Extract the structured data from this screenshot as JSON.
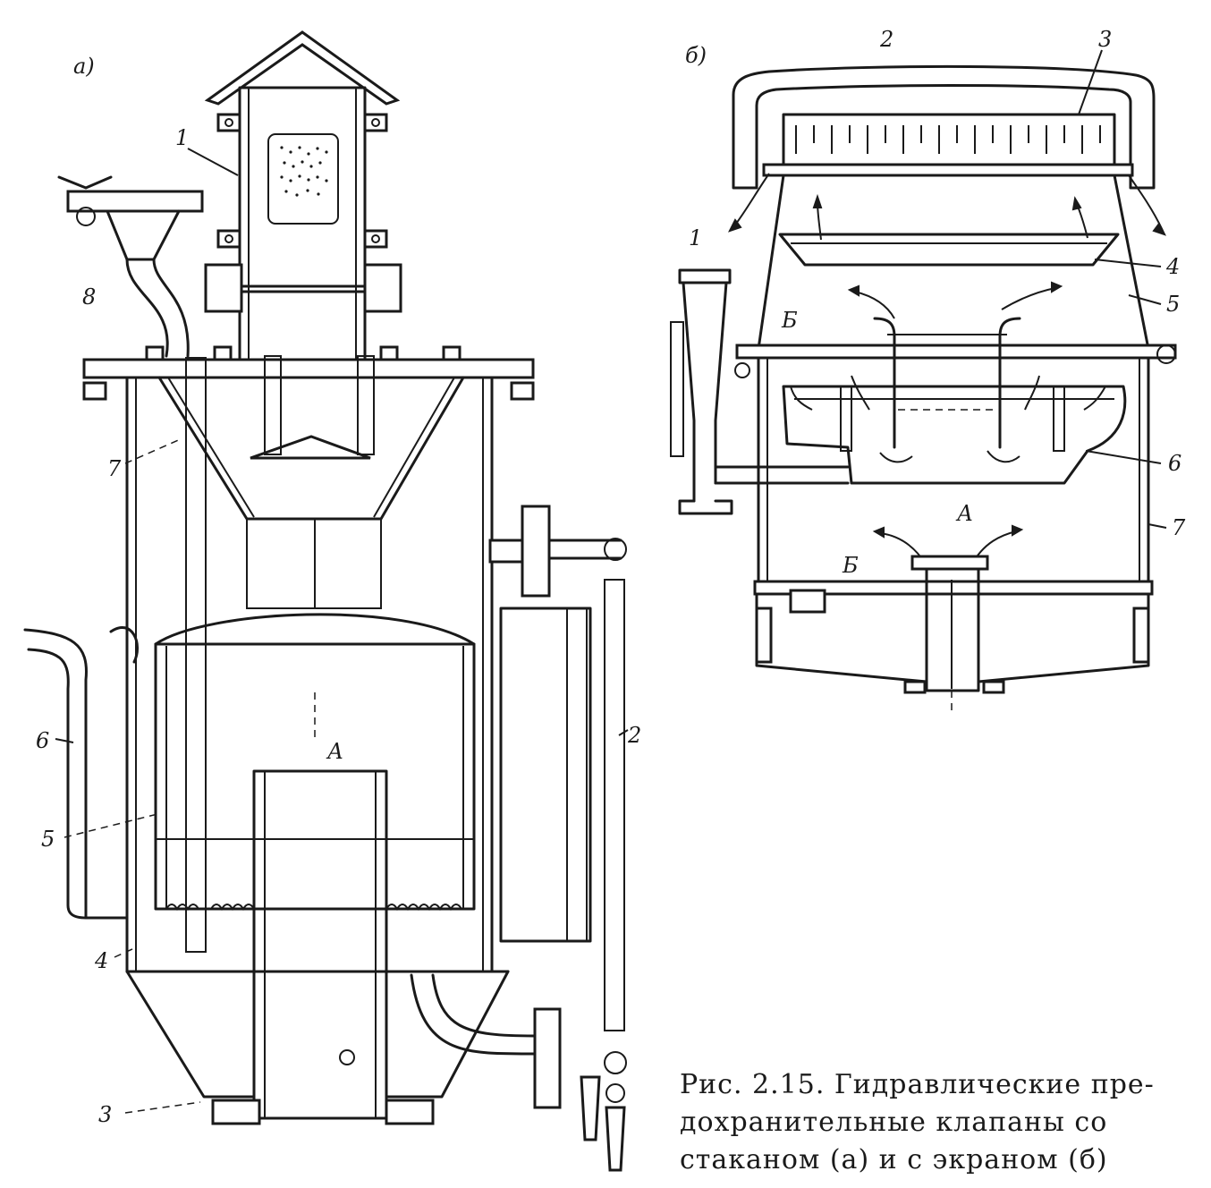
{
  "figure": {
    "panel_a_label": "а)",
    "panel_b_label": "б)",
    "panel_a": {
      "label_1": "1",
      "label_2": "2",
      "label_3": "3",
      "label_4": "4",
      "label_5": "5",
      "label_6": "6",
      "label_7": "7",
      "label_8": "8",
      "label_A": "А"
    },
    "panel_b": {
      "label_1": "1",
      "label_2": "2",
      "label_3": "3",
      "label_4": "4",
      "label_5": "5",
      "label_6": "6",
      "label_7": "7",
      "label_A": "А",
      "label_B_top": "Б",
      "label_B_bottom": "Б"
    }
  },
  "caption": {
    "line1": "Рис. 2.15. Гидравлические пре-",
    "line2": "дохранительные клапаны со",
    "line3": "стаканом (а) и с экраном (б)"
  }
}
